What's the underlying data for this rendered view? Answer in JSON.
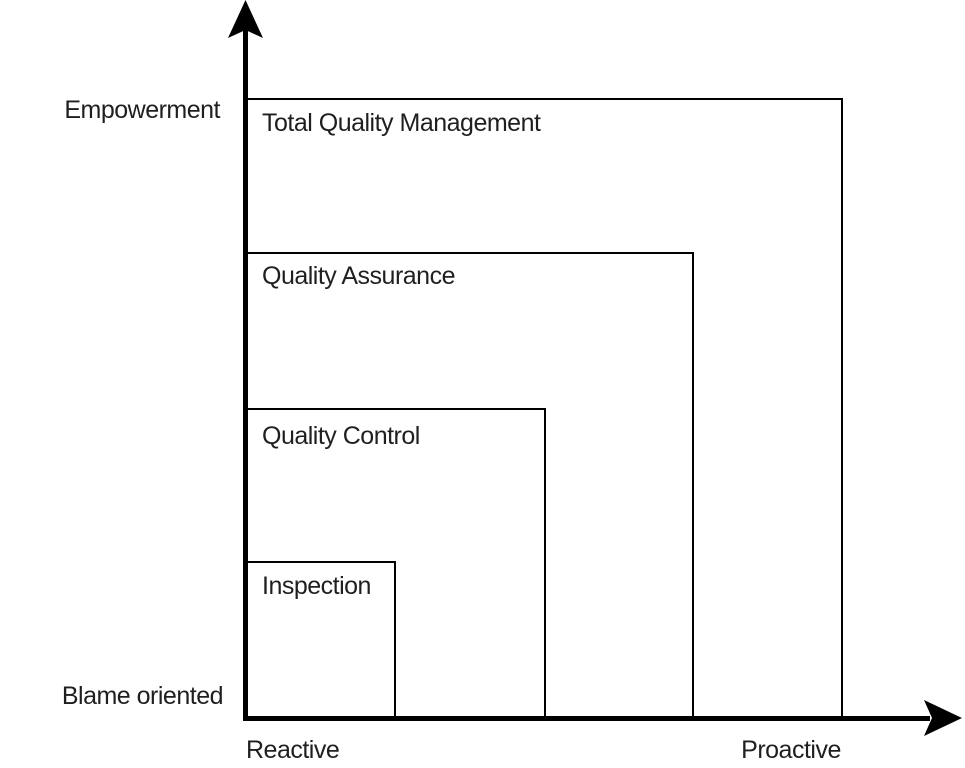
{
  "colors": {
    "background": "#ffffff",
    "line": "#000000",
    "text": "#1f1f1f"
  },
  "diagram": {
    "levels": [
      {
        "label": "Total Quality Management"
      },
      {
        "label": "Quality Assurance"
      },
      {
        "label": "Quality Control"
      },
      {
        "label": "Inspection"
      }
    ],
    "y_axis": {
      "top_label": "Empowerment",
      "bottom_label": "Blame oriented"
    },
    "x_axis": {
      "left_label": "Reactive",
      "right_label": "Proactive"
    }
  }
}
